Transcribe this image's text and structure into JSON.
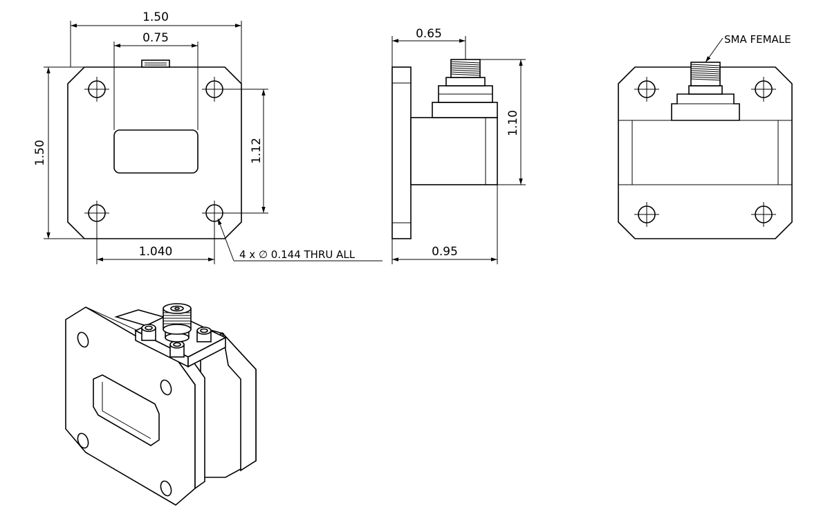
{
  "dimensions": {
    "front_width": "1.50",
    "front_slot_width": "0.75",
    "front_height": "1.50",
    "front_hole_spacing_v": "1.12",
    "front_hole_spacing_h": "1.040",
    "hole_note": "4 x ∅ 0.144 THRU ALL",
    "side_connector_offset": "0.65",
    "side_height": "1.10",
    "side_depth": "0.95"
  },
  "labels": {
    "connector": "SMA FEMALE"
  }
}
